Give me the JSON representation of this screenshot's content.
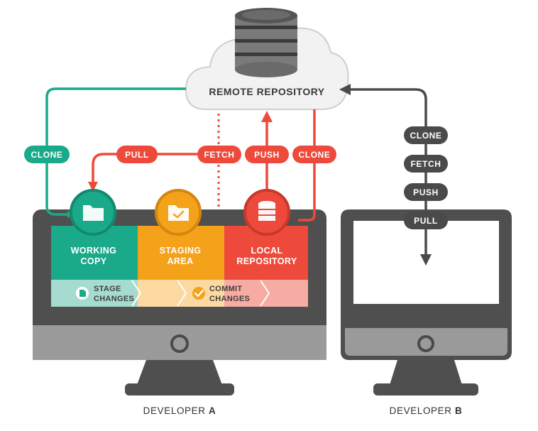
{
  "cloud": {
    "label": "REMOTE REPOSITORY"
  },
  "developer_a": {
    "label_prefix": "DEVELOPER ",
    "label_letter": "A",
    "panels": [
      {
        "line1": "WORKING",
        "line2": "COPY",
        "color": "#1aaa8a"
      },
      {
        "line1": "STAGING",
        "line2": "AREA",
        "color": "#f5a21b"
      },
      {
        "line1": "LOCAL",
        "line2": "REPOSITORY",
        "color": "#ee4a3b"
      }
    ],
    "steps": [
      {
        "line1": "STAGE",
        "line2": "CHANGES"
      },
      {
        "line1": "COMMIT",
        "line2": "CHANGES"
      }
    ]
  },
  "developer_b": {
    "label_prefix": "DEVELOPER ",
    "label_letter": "B",
    "actions": [
      "CLONE",
      "FETCH",
      "PUSH",
      "PULL"
    ]
  },
  "flow_labels": {
    "clone_left": "CLONE",
    "pull": "PULL",
    "fetch": "FETCH",
    "push": "PUSH",
    "clone_right": "CLONE"
  },
  "colors": {
    "teal": "#1aaa8a",
    "orange": "#f5a21b",
    "red": "#ee4a3b",
    "dark_gray": "#4a4a4a",
    "monitor_gray": "#9b9b9b"
  }
}
